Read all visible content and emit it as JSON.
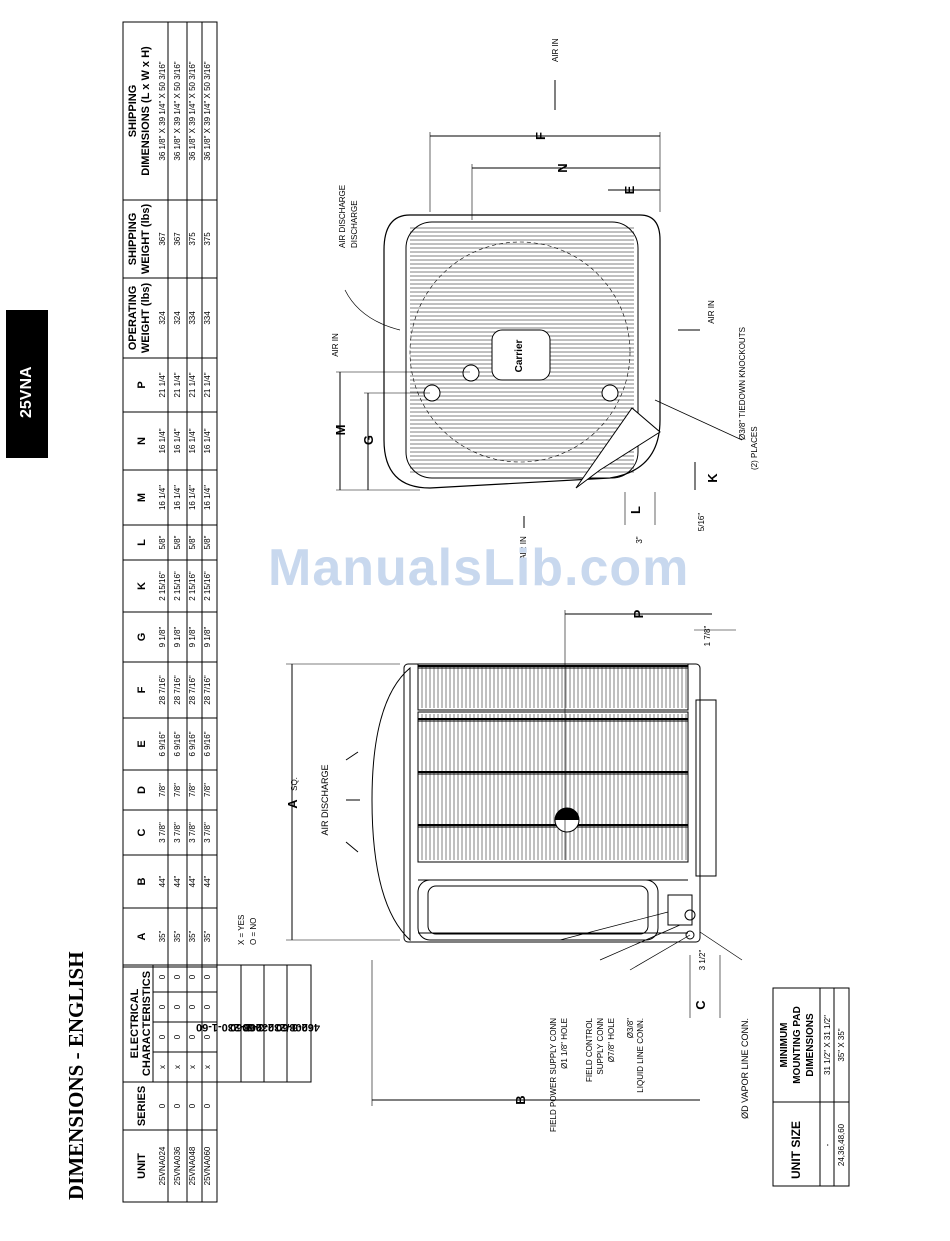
{
  "side_tab": "25VNA",
  "title": "DIMENSIONS - ENGLISH",
  "watermark": "ManualsLib.com",
  "table": {
    "columns": [
      {
        "label": "UNIT",
        "bold": true,
        "x": 155
      },
      {
        "label": "SERIES",
        "bold": true,
        "x": 183
      },
      {
        "label": "ELECTRICAL CHARACTERISTICS",
        "bold": true,
        "x": 140
      },
      {
        "label": "A",
        "bold": true,
        "x": 168
      },
      {
        "label": "B",
        "bold": true,
        "x": 168
      },
      {
        "label": "C",
        "bold": true,
        "x": 168
      },
      {
        "label": "D",
        "bold": true,
        "x": 168
      },
      {
        "label": "E",
        "bold": true,
        "x": 168
      },
      {
        "label": "F",
        "bold": true,
        "x": 168
      },
      {
        "label": "G",
        "bold": true,
        "x": 168
      },
      {
        "label": "K",
        "bold": true,
        "x": 168
      },
      {
        "label": "L",
        "bold": true,
        "x": 168
      },
      {
        "label": "M",
        "bold": true,
        "x": 168
      },
      {
        "label": "N",
        "bold": true,
        "x": 168
      },
      {
        "label": "P",
        "bold": true,
        "x": 168
      },
      {
        "label": "OPERATING WEIGHT (lbs)",
        "bold": true,
        "x": 140
      },
      {
        "label": "SHIPPING WEIGHT (lbs)",
        "bold": true,
        "x": 140
      },
      {
        "label": "SHIPPING DIMENSIONS (L x W x H)",
        "bold": true,
        "x": 140
      }
    ],
    "rows": [
      {
        "unit": "25VNA024",
        "series": "0",
        "elec": [
          "x",
          "0",
          "0",
          "0"
        ],
        "vals": [
          "35\"",
          "44\"",
          "3 7/8\"",
          "7/8\"",
          "6 9/16\"",
          "28 7/16\"",
          "9 1/8\"",
          "2 15/16\"",
          "5/8\"",
          "16 1/4\"",
          "16 1/4\"",
          "21 1/4\"",
          "324",
          "367",
          "36 1/8\" X 39 1/4\" X 50 3/16\""
        ]
      },
      {
        "unit": "25VNA036",
        "series": "0",
        "elec": [
          "x",
          "0",
          "0",
          "0"
        ],
        "vals": [
          "35\"",
          "44\"",
          "3 7/8\"",
          "7/8\"",
          "6 9/16\"",
          "28 7/16\"",
          "9 1/8\"",
          "2 15/16\"",
          "5/8\"",
          "16 1/4\"",
          "16 1/4\"",
          "21 1/4\"",
          "324",
          "367",
          "36 1/8\" X 39 1/4\" X 50 3/16\""
        ]
      },
      {
        "unit": "25VNA048",
        "series": "0",
        "elec": [
          "x",
          "0",
          "0",
          "0"
        ],
        "vals": [
          "35\"",
          "44\"",
          "3 7/8\"",
          "7/8\"",
          "6 9/16\"",
          "28 7/16\"",
          "9 1/8\"",
          "2 15/16\"",
          "5/8\"",
          "16 1/4\"",
          "16 1/4\"",
          "21 1/4\"",
          "334",
          "375",
          "36 1/8\" X 39 1/4\" X 50 3/16\""
        ]
      },
      {
        "unit": "25VNA060",
        "series": "0",
        "elec": [
          "x",
          "0",
          "0",
          "0"
        ],
        "vals": [
          "35\"",
          "44\"",
          "3 7/8\"",
          "7/8\"",
          "6 9/16\"",
          "28 7/16\"",
          "9 1/8\"",
          "2 15/16\"",
          "5/8\"",
          "16 1/4\"",
          "16 1/4\"",
          "21 1/4\"",
          "334",
          "375",
          "36 1/8\" X 39 1/4\" X 50 3/16\""
        ]
      }
    ],
    "electrical_labels": [
      "208-230-1-60",
      "230-1-60",
      "208/230-3-60",
      "460-3-60"
    ],
    "legend": [
      "X = YES",
      "O = NO"
    ]
  },
  "pad_table": {
    "headers": [
      "UNIT SIZE",
      "MINIMUM MOUNTING PAD DIMENSIONS"
    ],
    "rows": [
      [
        "-",
        "31 1/2\" X 31 1/2\""
      ],
      [
        "24,36,48,60",
        "35\" X 35\""
      ]
    ]
  },
  "side_view": {
    "a_label": "A",
    "a_sq": "SQ.",
    "air_discharge": "AIR DISCHARGE",
    "b_label": "B",
    "c_label": "C",
    "c_dim": "3 1/2\"",
    "p_label": "P",
    "p_dim": "1 7/8\"",
    "logo": "Carrier",
    "callouts": [
      "FIELD POWER SUPPLY CONN",
      "Ø1 1/8\" HOLE",
      "FIELD CONTROL",
      "SUPPLY CONN",
      "Ø7/8\" HOLE",
      "Ø3/8\"",
      "LIQUID LINE CONN.",
      "ØD VAPOR LINE CONN."
    ]
  },
  "top_view": {
    "f_label": "F",
    "n_label": "N",
    "e_label": "E",
    "m_label": "M",
    "g_label": "G",
    "k_label": "K",
    "l_label": "L",
    "air_in": "AIR IN",
    "air_discharge": "AIR DISCHARGE",
    "dim_5_16": "5/16\"",
    "dim_3": "3\"",
    "tiedown": "Ø3/8\" TIEDOWN KNOCKOUTS",
    "tiedown_2": "(2) PLACES",
    "logo": "Carrier",
    "cut_text": "AIR IN"
  }
}
